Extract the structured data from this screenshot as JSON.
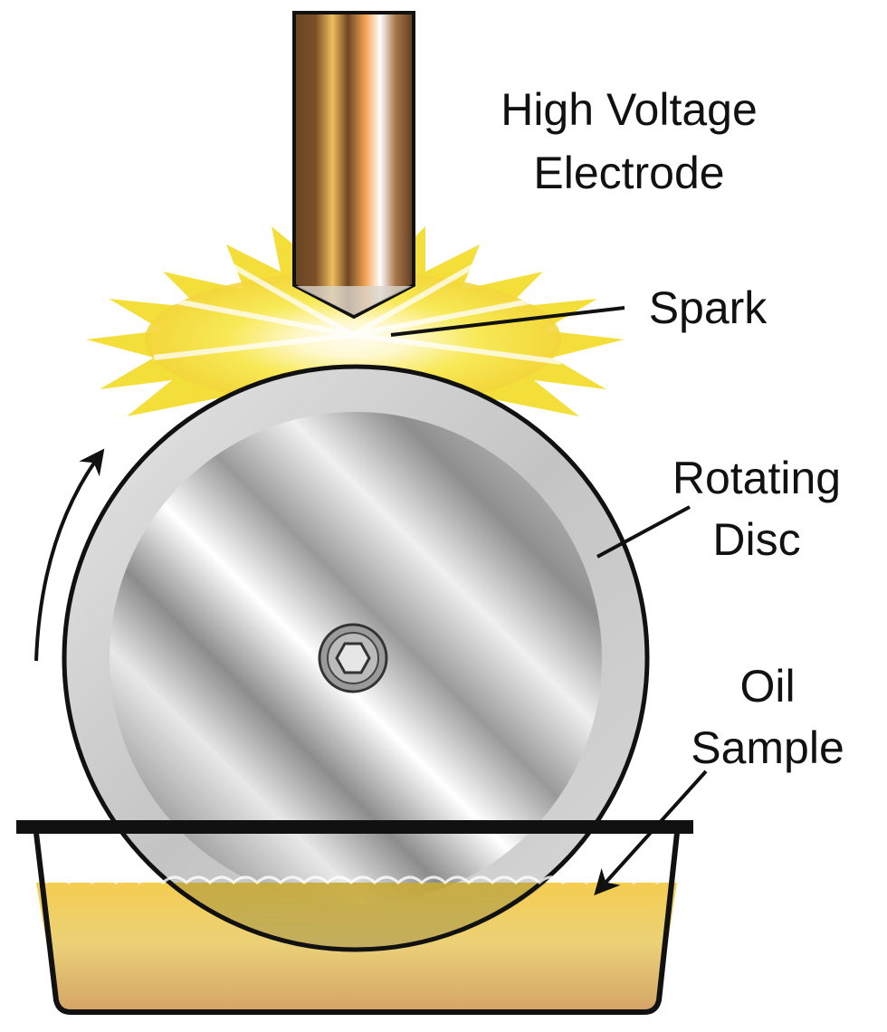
{
  "labels": {
    "electrode_line1": "High Voltage",
    "electrode_line2": "Electrode",
    "spark": "Spark",
    "disc_line1": "Rotating",
    "disc_line2": "Disc",
    "oil_line1": "Oil",
    "oil_line2": "Sample"
  },
  "colors": {
    "copper": "#b07a3c",
    "spark": "#f5e43a",
    "disc": "#c8c8c8",
    "oil": "#eec23a"
  }
}
